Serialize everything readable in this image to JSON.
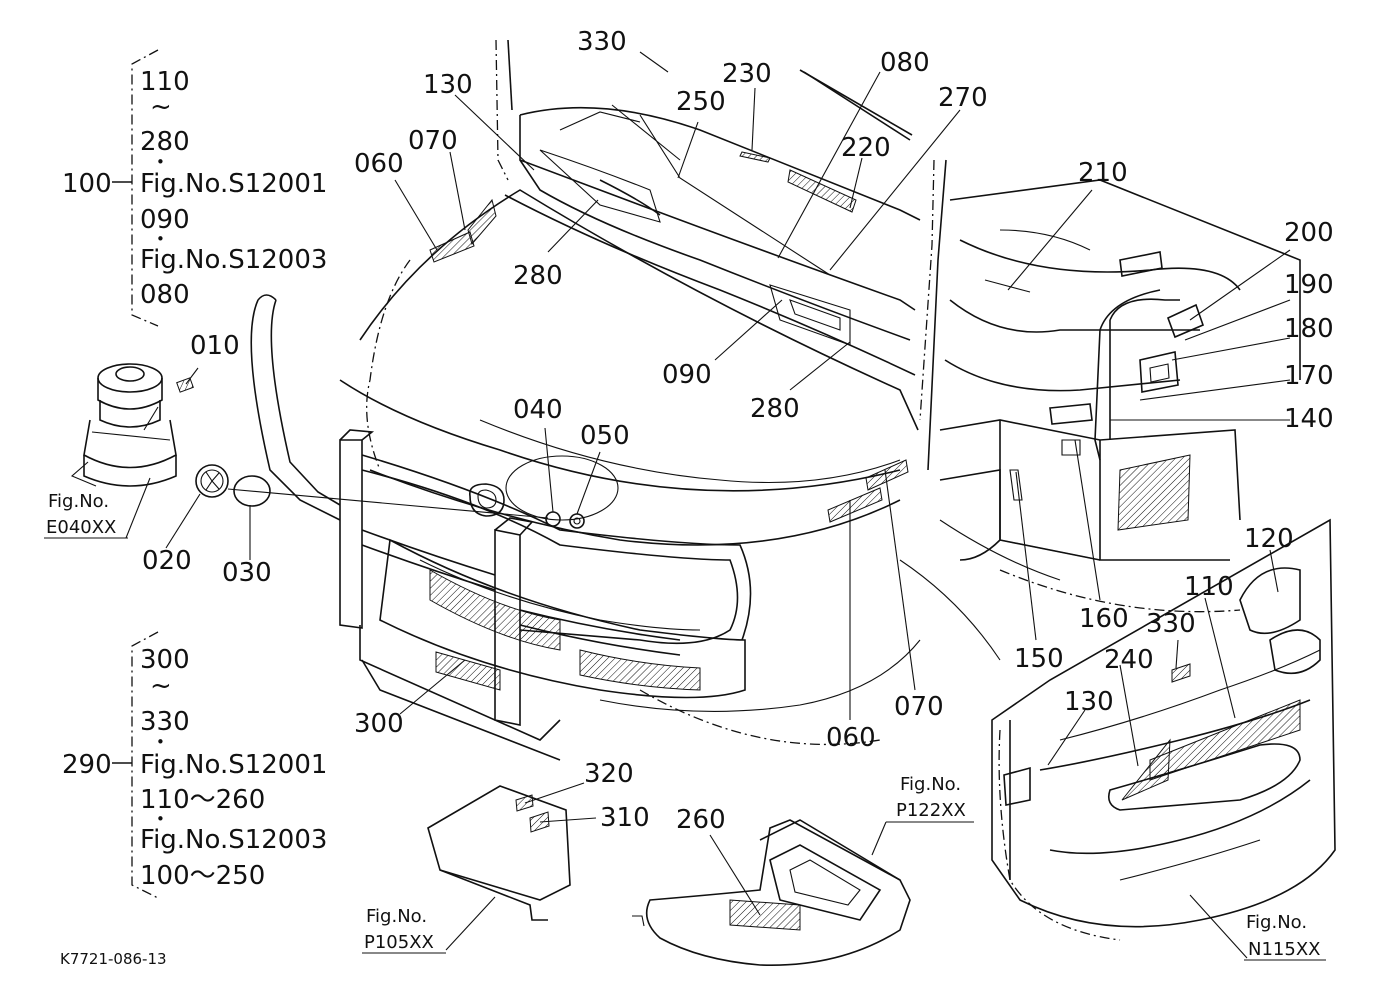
{
  "drawing_code": "K7721-086-13",
  "group_100": {
    "parent": "100",
    "lines": [
      "110",
      "~",
      "280",
      "•",
      "Fig.No.S12001",
      "090",
      "•",
      "Fig.No.S12003",
      "080"
    ]
  },
  "group_290": {
    "parent": "290",
    "lines": [
      "300",
      "~",
      "330",
      "•",
      "Fig.No.S12001",
      "110～260",
      "•",
      "Fig.No.S12003",
      "100～250"
    ]
  },
  "fig_refs": {
    "e040": {
      "title": "Fig.No.",
      "code": "E040XX"
    },
    "p105": {
      "title": "Fig.No.",
      "code": "P105XX"
    },
    "p122": {
      "title": "Fig.No.",
      "code": "P122XX"
    },
    "n115": {
      "title": "Fig.No.",
      "code": "N115XX"
    }
  },
  "callouts": [
    {
      "id": "c330a",
      "text": "330"
    },
    {
      "id": "c130a",
      "text": "130"
    },
    {
      "id": "c230",
      "text": "230"
    },
    {
      "id": "c080",
      "text": "080"
    },
    {
      "id": "c250",
      "text": "250"
    },
    {
      "id": "c270",
      "text": "270"
    },
    {
      "id": "c070a",
      "text": "070"
    },
    {
      "id": "c220",
      "text": "220"
    },
    {
      "id": "c060a",
      "text": "060"
    },
    {
      "id": "c210",
      "text": "210"
    },
    {
      "id": "c200",
      "text": "200"
    },
    {
      "id": "c280a",
      "text": "280"
    },
    {
      "id": "c190",
      "text": "190"
    },
    {
      "id": "c010",
      "text": "010"
    },
    {
      "id": "c180",
      "text": "180"
    },
    {
      "id": "c090",
      "text": "090"
    },
    {
      "id": "c170",
      "text": "170"
    },
    {
      "id": "c280b",
      "text": "280"
    },
    {
      "id": "c040",
      "text": "040"
    },
    {
      "id": "c140",
      "text": "140"
    },
    {
      "id": "c050",
      "text": "050"
    },
    {
      "id": "c020",
      "text": "020"
    },
    {
      "id": "c030",
      "text": "030"
    },
    {
      "id": "c120",
      "text": "120"
    },
    {
      "id": "c110",
      "text": "110"
    },
    {
      "id": "c160",
      "text": "160"
    },
    {
      "id": "c330b",
      "text": "330"
    },
    {
      "id": "c150",
      "text": "150"
    },
    {
      "id": "c240",
      "text": "240"
    },
    {
      "id": "c300",
      "text": "300"
    },
    {
      "id": "c070b",
      "text": "070"
    },
    {
      "id": "c130b",
      "text": "130"
    },
    {
      "id": "c060b",
      "text": "060"
    },
    {
      "id": "c320",
      "text": "320"
    },
    {
      "id": "c310",
      "text": "310"
    },
    {
      "id": "c260",
      "text": "260"
    }
  ]
}
